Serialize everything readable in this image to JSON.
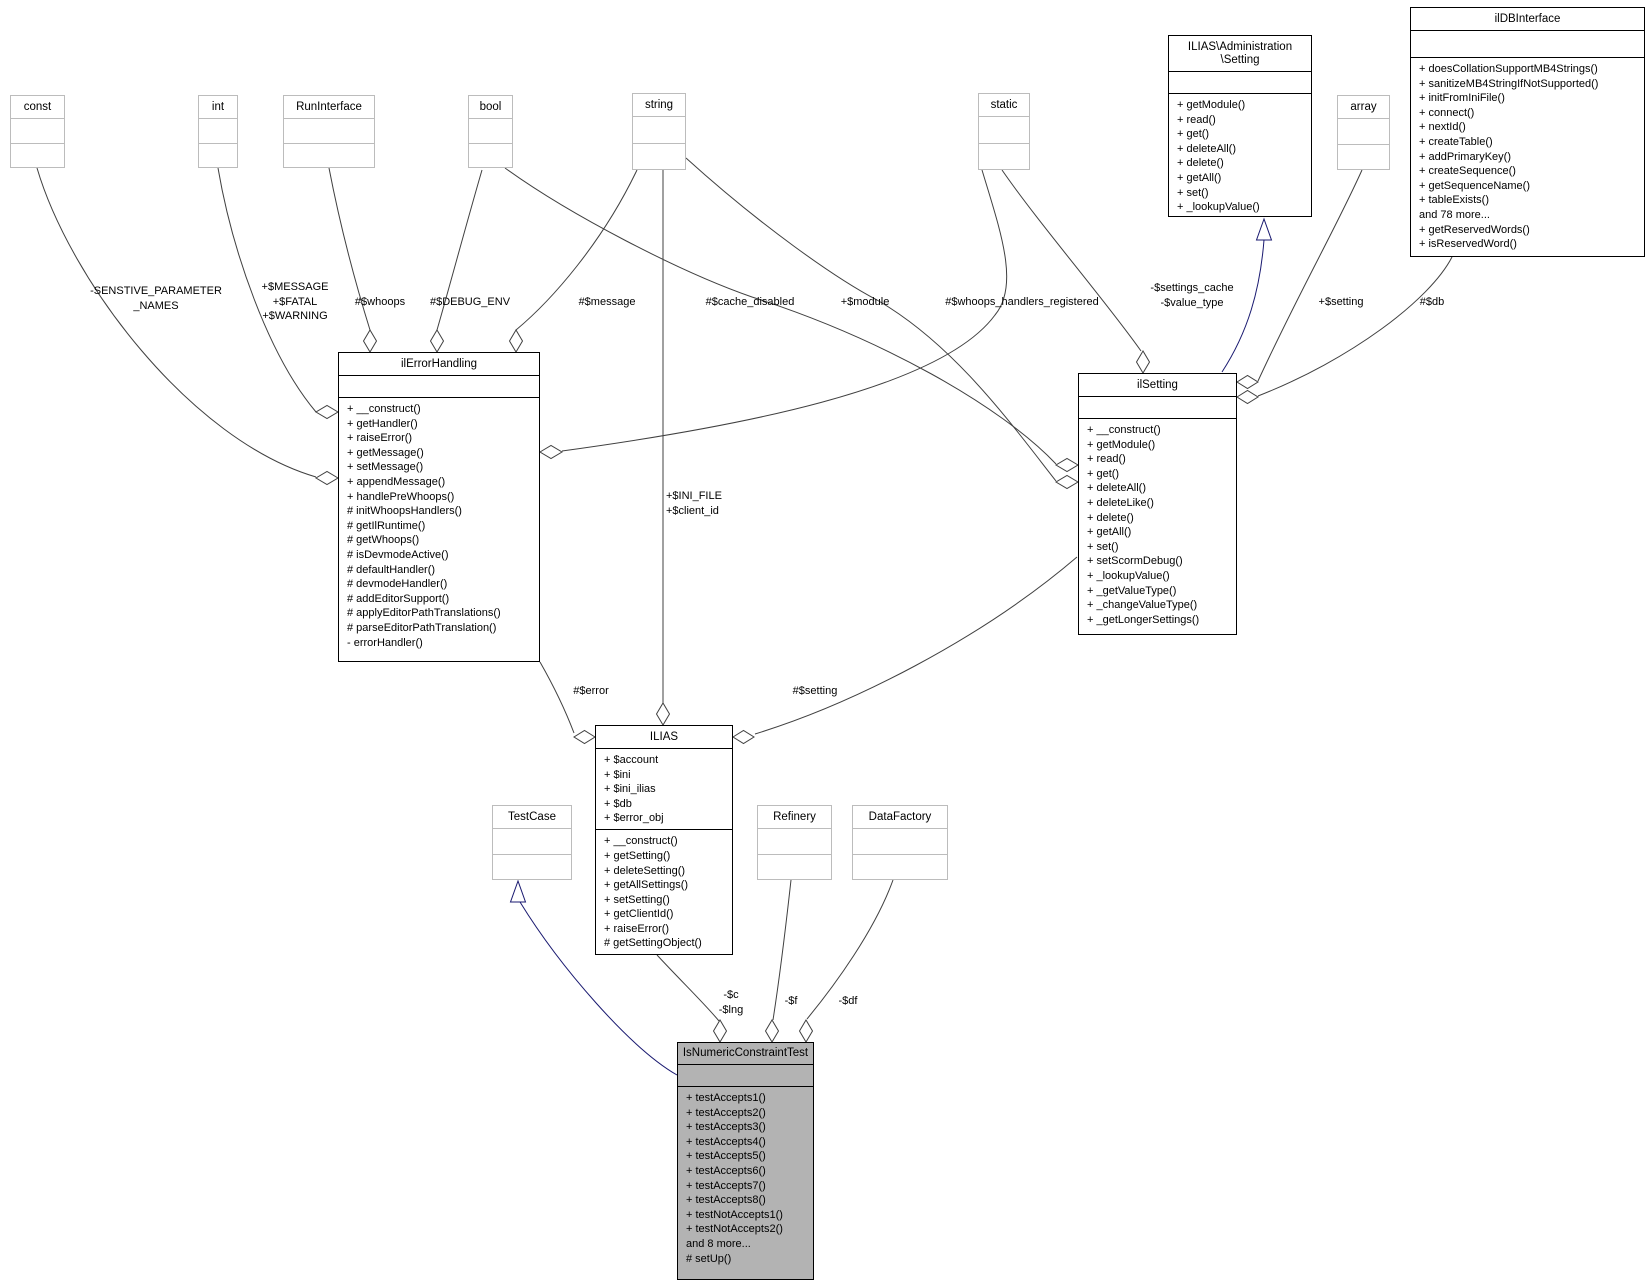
{
  "diagram_type": "uml-collaboration-diagram",
  "colors": {
    "background": "#ffffff",
    "edge": "#404040",
    "inheritance_edge": "#191970",
    "class_border": "#000000",
    "type_border": "#bcbcbc",
    "highlight_fill": "#b3b3b3"
  },
  "classes": {
    "const": {
      "title": "const",
      "attributes": [],
      "methods": []
    },
    "int": {
      "title": "int",
      "attributes": [],
      "methods": []
    },
    "run_interface": {
      "title": "RunInterface",
      "attributes": [],
      "methods": []
    },
    "bool": {
      "title": "bool",
      "attributes": [],
      "methods": []
    },
    "string": {
      "title": "string",
      "attributes": [],
      "methods": []
    },
    "static": {
      "title": "static",
      "attributes": [],
      "methods": []
    },
    "array": {
      "title": "array",
      "attributes": [],
      "methods": []
    },
    "test_case": {
      "title": "TestCase",
      "attributes": [],
      "methods": []
    },
    "refinery": {
      "title": "Refinery",
      "attributes": [],
      "methods": []
    },
    "data_factory": {
      "title": "DataFactory",
      "attributes": [],
      "methods": []
    },
    "admin_setting": {
      "title_lines": [
        "ILIAS\\Administration",
        "\\Setting"
      ],
      "attributes": [],
      "methods": [
        "+ getModule()",
        "+ read()",
        "+ get()",
        "+ deleteAll()",
        "+ delete()",
        "+ getAll()",
        "+ set()",
        "+ _lookupValue()"
      ]
    },
    "il_db_interface": {
      "title": "ilDBInterface",
      "attributes": [],
      "methods": [
        "+ doesCollationSupportMB4Strings()",
        "+ sanitizeMB4StringIfNotSupported()",
        "+ initFromIniFile()",
        "+ connect()",
        "+ nextId()",
        "+ createTable()",
        "+ addPrimaryKey()",
        "+ createSequence()",
        "+ getSequenceName()",
        "+ tableExists()",
        "and 78 more...",
        "+ getReservedWords()",
        "+ isReservedWord()"
      ]
    },
    "il_error_handling": {
      "title": "ilErrorHandling",
      "attributes": [],
      "methods": [
        "+ __construct()",
        "+ getHandler()",
        "+ raiseError()",
        "+ getMessage()",
        "+ setMessage()",
        "+ appendMessage()",
        "+ handlePreWhoops()",
        "# initWhoopsHandlers()",
        "# getIlRuntime()",
        "# getWhoops()",
        "# isDevmodeActive()",
        "# defaultHandler()",
        "# devmodeHandler()",
        "# addEditorSupport()",
        "# applyEditorPathTranslations()",
        "# parseEditorPathTranslation()",
        "- errorHandler()"
      ]
    },
    "il_setting": {
      "title": "ilSetting",
      "attributes": [],
      "methods": [
        "+ __construct()",
        "+ getModule()",
        "+ read()",
        "+ get()",
        "+ deleteAll()",
        "+ deleteLike()",
        "+ delete()",
        "+ getAll()",
        "+ set()",
        "+ setScormDebug()",
        "+ _lookupValue()",
        "+ _getValueType()",
        "+ _changeValueType()",
        "+ _getLongerSettings()"
      ]
    },
    "ilias": {
      "title": "ILIAS",
      "attributes": [
        "+ $account",
        "+ $ini",
        "+ $ini_ilias",
        "+ $db",
        "+ $error_obj"
      ],
      "methods": [
        "+ __construct()",
        "+ getSetting()",
        "+ deleteSetting()",
        "+ getAllSettings()",
        "+ setSetting()",
        "+ getClientId()",
        "+ raiseError()",
        "# getSettingObject()"
      ]
    },
    "is_numeric_constraint_test": {
      "title": "IsNumericConstraintTest",
      "attributes": [],
      "methods": [
        "+ testAccepts1()",
        "+ testAccepts2()",
        "+ testAccepts3()",
        "+ testAccepts4()",
        "+ testAccepts5()",
        "+ testAccepts6()",
        "+ testAccepts7()",
        "+ testAccepts8()",
        "+ testNotAccepts1()",
        "+ testNotAccepts2()",
        "and 8 more...",
        "# setUp()"
      ]
    }
  },
  "edge_labels": {
    "sensitive": [
      "-SENSTIVE_PARAMETER",
      "_NAMES"
    ],
    "message_fatal_warning": [
      "+$MESSAGE",
      "+$FATAL",
      "+$WARNING"
    ],
    "whoops": "#$whoops",
    "debug_env": "#$DEBUG_ENV",
    "message": "#$message",
    "cache_disabled": "#$cache_disabled",
    "module": "+$module",
    "whoops_handlers_registered": "#$whoops_handlers_registered",
    "settings_cache": [
      "-$settings_cache",
      "-$value_type"
    ],
    "setting_array": "+$setting",
    "db": "#$db",
    "ini_file": [
      "+$INI_FILE",
      "+$client_id"
    ],
    "error": "#$error",
    "setting": "#$setting",
    "c_lng": [
      "-$c",
      "-$lng"
    ],
    "f": "-$f",
    "df": "-$df"
  }
}
